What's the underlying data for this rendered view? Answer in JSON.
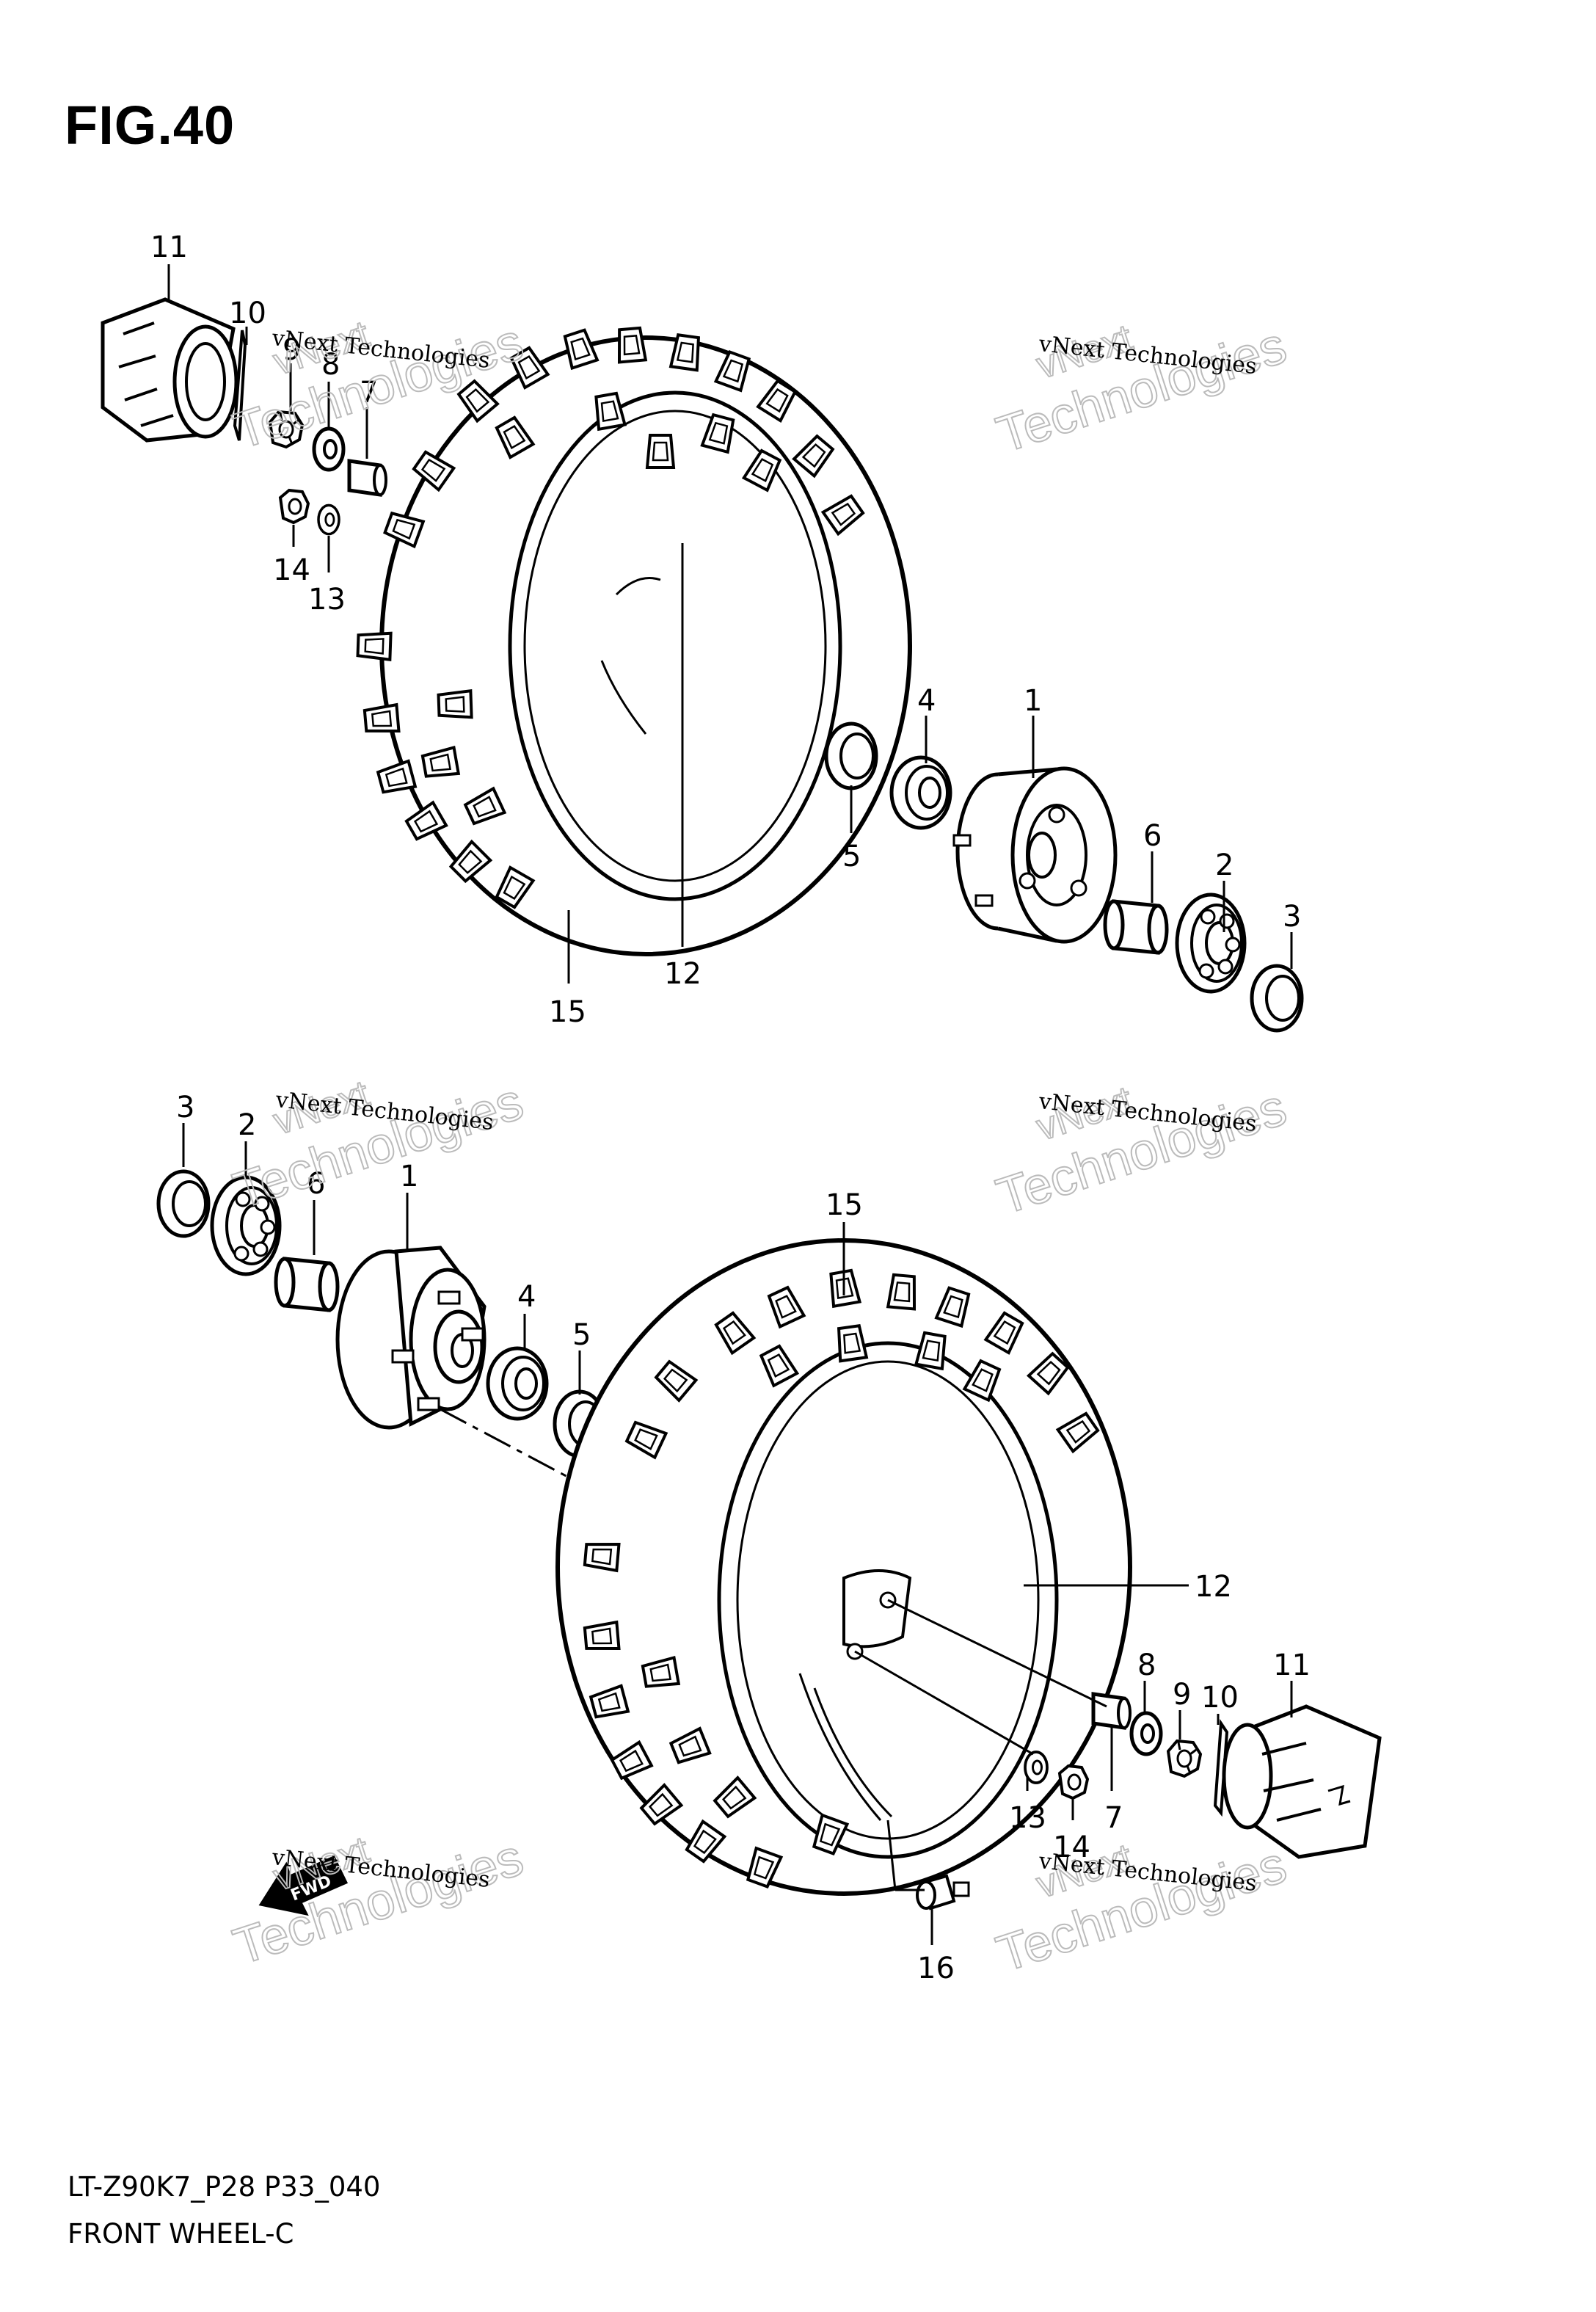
{
  "figure": {
    "title": "FIG.40"
  },
  "footer": {
    "model_code": "LT-Z90K7_P28 P33_040",
    "section": "FRONT WHEEL-C"
  },
  "watermark": {
    "brand": "vNext Technologies",
    "line1": "vNext",
    "line2": "Technologies"
  },
  "fwd_arrow": {
    "label": "FWD"
  },
  "callouts": {
    "top": {
      "c11": "11",
      "c10": "10",
      "c9": "9",
      "c8": "8",
      "c7": "7",
      "c14": "14",
      "c13": "13",
      "c4": "4",
      "c1": "1",
      "c5": "5",
      "c6": "6",
      "c2": "2",
      "c3": "3",
      "c12": "12",
      "c15": "15"
    },
    "bottom": {
      "c3": "3",
      "c2": "2",
      "c6": "6",
      "c1": "1",
      "c4": "4",
      "c5": "5",
      "c15": "15",
      "c12": "12",
      "c8": "8",
      "c9": "9",
      "c10": "10",
      "c11": "11",
      "c13": "13",
      "c14": "14",
      "c7": "7",
      "c16": "16"
    }
  }
}
